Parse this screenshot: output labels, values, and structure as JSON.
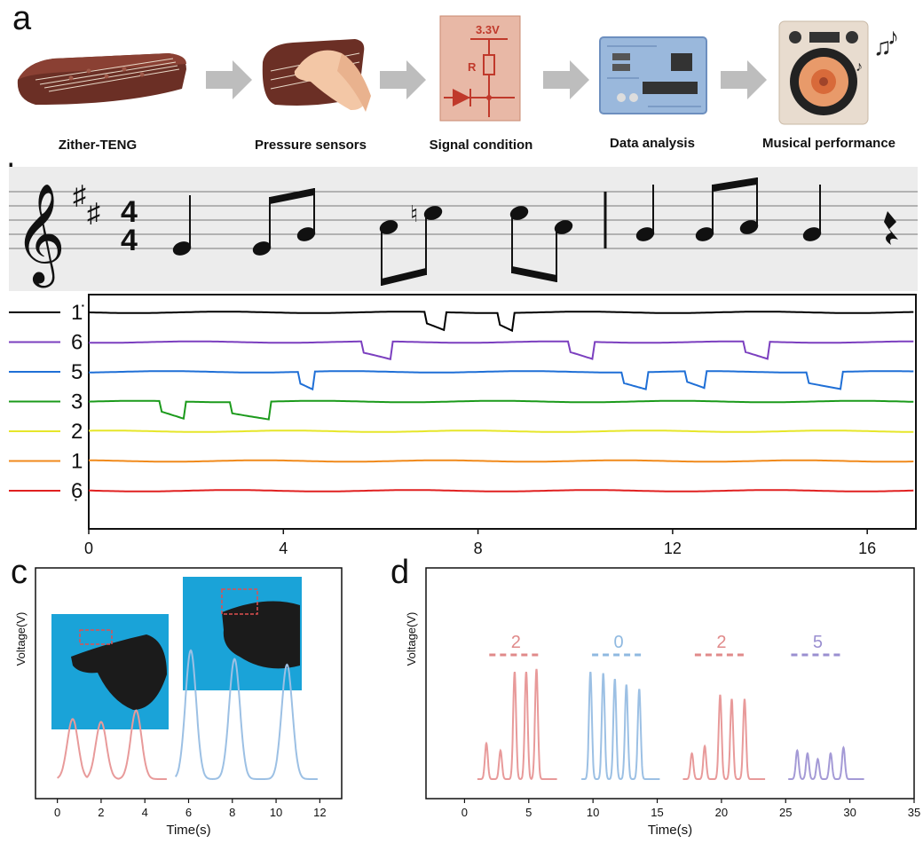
{
  "panel_labels": {
    "a": "a",
    "b": "b",
    "c": "c",
    "d": "d"
  },
  "pipeline": {
    "steps": [
      "Zither-TENG",
      "Pressure sensors",
      "Signal condition",
      "Data analysis",
      "Musical performance"
    ],
    "circuit": {
      "voltage": "3.3V",
      "resistor": "R"
    }
  },
  "score": {
    "time_signature_top": "4",
    "time_signature_bottom": "4"
  },
  "colors": {
    "black": "#000000",
    "purple": "#7b3fbf",
    "blue": "#1f6fd6",
    "green": "#1b9a1b",
    "yellow": "#e6e62a",
    "orange": "#f08a1c",
    "red": "#e02020",
    "pink": "#e08585",
    "lightblue": "#8fb9e0",
    "lavender": "#9a8fd0"
  },
  "chart_data": [
    {
      "type": "line",
      "x": {
        "ticks": [
          0,
          4,
          8,
          12,
          16
        ],
        "lim": [
          0,
          17
        ]
      },
      "series": [
        {
          "name": "1̇",
          "color": "#000000",
          "dips": [
            [
              6.9,
              7.3,
              -1
            ],
            [
              8.4,
              8.7,
              -1
            ]
          ]
        },
        {
          "name": "6",
          "color": "#7b3fbf",
          "dips": [
            [
              5.6,
              6.2,
              -1
            ],
            [
              9.9,
              10.4,
              -1
            ],
            [
              13.5,
              14.0,
              -1
            ]
          ]
        },
        {
          "name": "5",
          "color": "#1f6fd6",
          "dips": [
            [
              4.3,
              4.6,
              -1
            ],
            [
              11.0,
              11.5,
              -1
            ],
            [
              12.3,
              12.7,
              -1
            ],
            [
              14.8,
              15.5,
              -1
            ]
          ]
        },
        {
          "name": "3",
          "color": "#1b9a1b",
          "dips": [
            [
              1.5,
              2.0,
              -1
            ],
            [
              2.9,
              3.7,
              -1
            ]
          ]
        },
        {
          "name": "2",
          "color": "#e6e62a",
          "dips": []
        },
        {
          "name": "1",
          "color": "#f08a1c",
          "dips": []
        },
        {
          "name": "6̣",
          "color": "#e02020",
          "dips": []
        }
      ]
    },
    {
      "type": "line",
      "xlabel": "Time(s)",
      "ylabel": "Voltage(V)",
      "xlim": [
        -1,
        13
      ],
      "x_ticks": [
        0,
        2,
        4,
        6,
        8,
        10,
        12
      ],
      "series": [
        {
          "color": "#e89a9a",
          "peaks": [
            0.7,
            2.0,
            3.6
          ],
          "heights": [
            0.42,
            0.4,
            0.48
          ]
        },
        {
          "color": "#9cc0e4",
          "peaks": [
            6.1,
            8.1,
            10.5
          ],
          "heights": [
            0.9,
            0.84,
            0.8
          ]
        }
      ],
      "x_range": [
        0,
        12
      ]
    },
    {
      "type": "line",
      "xlabel": "Time(s)",
      "ylabel": "Voltage(V)",
      "xlim": [
        -3,
        35
      ],
      "x_ticks": [
        0,
        5,
        10,
        15,
        20,
        25,
        30,
        35
      ],
      "annotations": [
        {
          "label": "2",
          "color": "#e08a8a",
          "x": 4.0
        },
        {
          "label": "0",
          "color": "#8fb9e0",
          "x": 12.0
        },
        {
          "label": "2",
          "color": "#e08a8a",
          "x": 20.0
        },
        {
          "label": "5",
          "color": "#9a8fd0",
          "x": 27.5
        }
      ],
      "series": [
        {
          "color": "#e89a9a",
          "peaks": [
            1.7,
            2.8,
            3.9,
            4.8,
            5.6
          ],
          "heights": [
            0.25,
            0.2,
            0.75,
            0.75,
            0.77
          ]
        },
        {
          "color": "#9cc0e4",
          "peaks": [
            9.8,
            10.8,
            11.7,
            12.6,
            13.6
          ],
          "heights": [
            0.75,
            0.74,
            0.7,
            0.66,
            0.63
          ]
        },
        {
          "color": "#e89a9a",
          "peaks": [
            17.7,
            18.7,
            19.9,
            20.8,
            21.8
          ],
          "heights": [
            0.18,
            0.23,
            0.59,
            0.56,
            0.56
          ]
        },
        {
          "color": "#a49ad6",
          "peaks": [
            25.9,
            26.7,
            27.5,
            28.5,
            29.5
          ],
          "heights": [
            0.2,
            0.18,
            0.14,
            0.18,
            0.22
          ]
        }
      ],
      "x_range": [
        0,
        32
      ]
    }
  ]
}
